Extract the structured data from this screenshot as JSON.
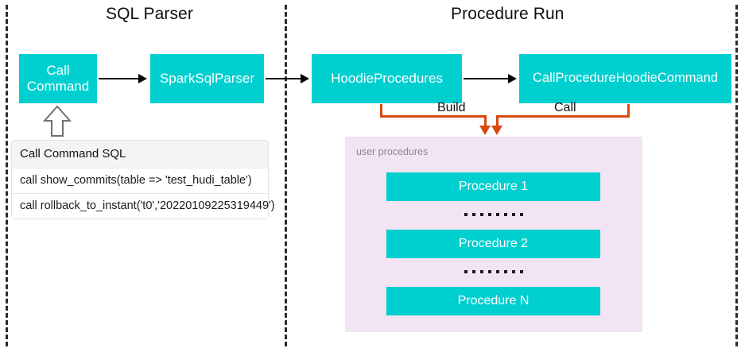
{
  "diagram": {
    "sections": [
      {
        "id": "sql-parser",
        "title": "SQL Parser"
      },
      {
        "id": "procedure-run",
        "title": "Procedure Run"
      }
    ],
    "nodes": {
      "call_command": "Call\nCommand",
      "call_command_line1": "Call",
      "call_command_line2": "Command",
      "spark_sql_parser": "SparkSqlParser",
      "hoodie_procedures": "HoodieProcedures",
      "call_procedure_hoodie_command": "CallProcedureHoodieCommand"
    },
    "edge_labels": {
      "build": "Build",
      "call": "Call"
    },
    "sql_table": {
      "header": "Call Command SQL",
      "rows": [
        "call show_commits(table => 'test_hudi_table')",
        "call rollback_to_instant('t0','20220109225319449')"
      ]
    },
    "user_procedures": {
      "label": "user procedures",
      "items": [
        "Procedure 1",
        "Procedure 2",
        "Procedure N"
      ],
      "ellipsis_dot_count": 8
    },
    "colors": {
      "teal": "#00cfcf",
      "panel_purple": "#f2e4f3",
      "orange": "#d8480f",
      "divider": "#2b2b2b",
      "table_header_bg": "#f4f4f4",
      "text_dark": "#0f0f0f",
      "label_gray": "#8a8a8a"
    }
  }
}
